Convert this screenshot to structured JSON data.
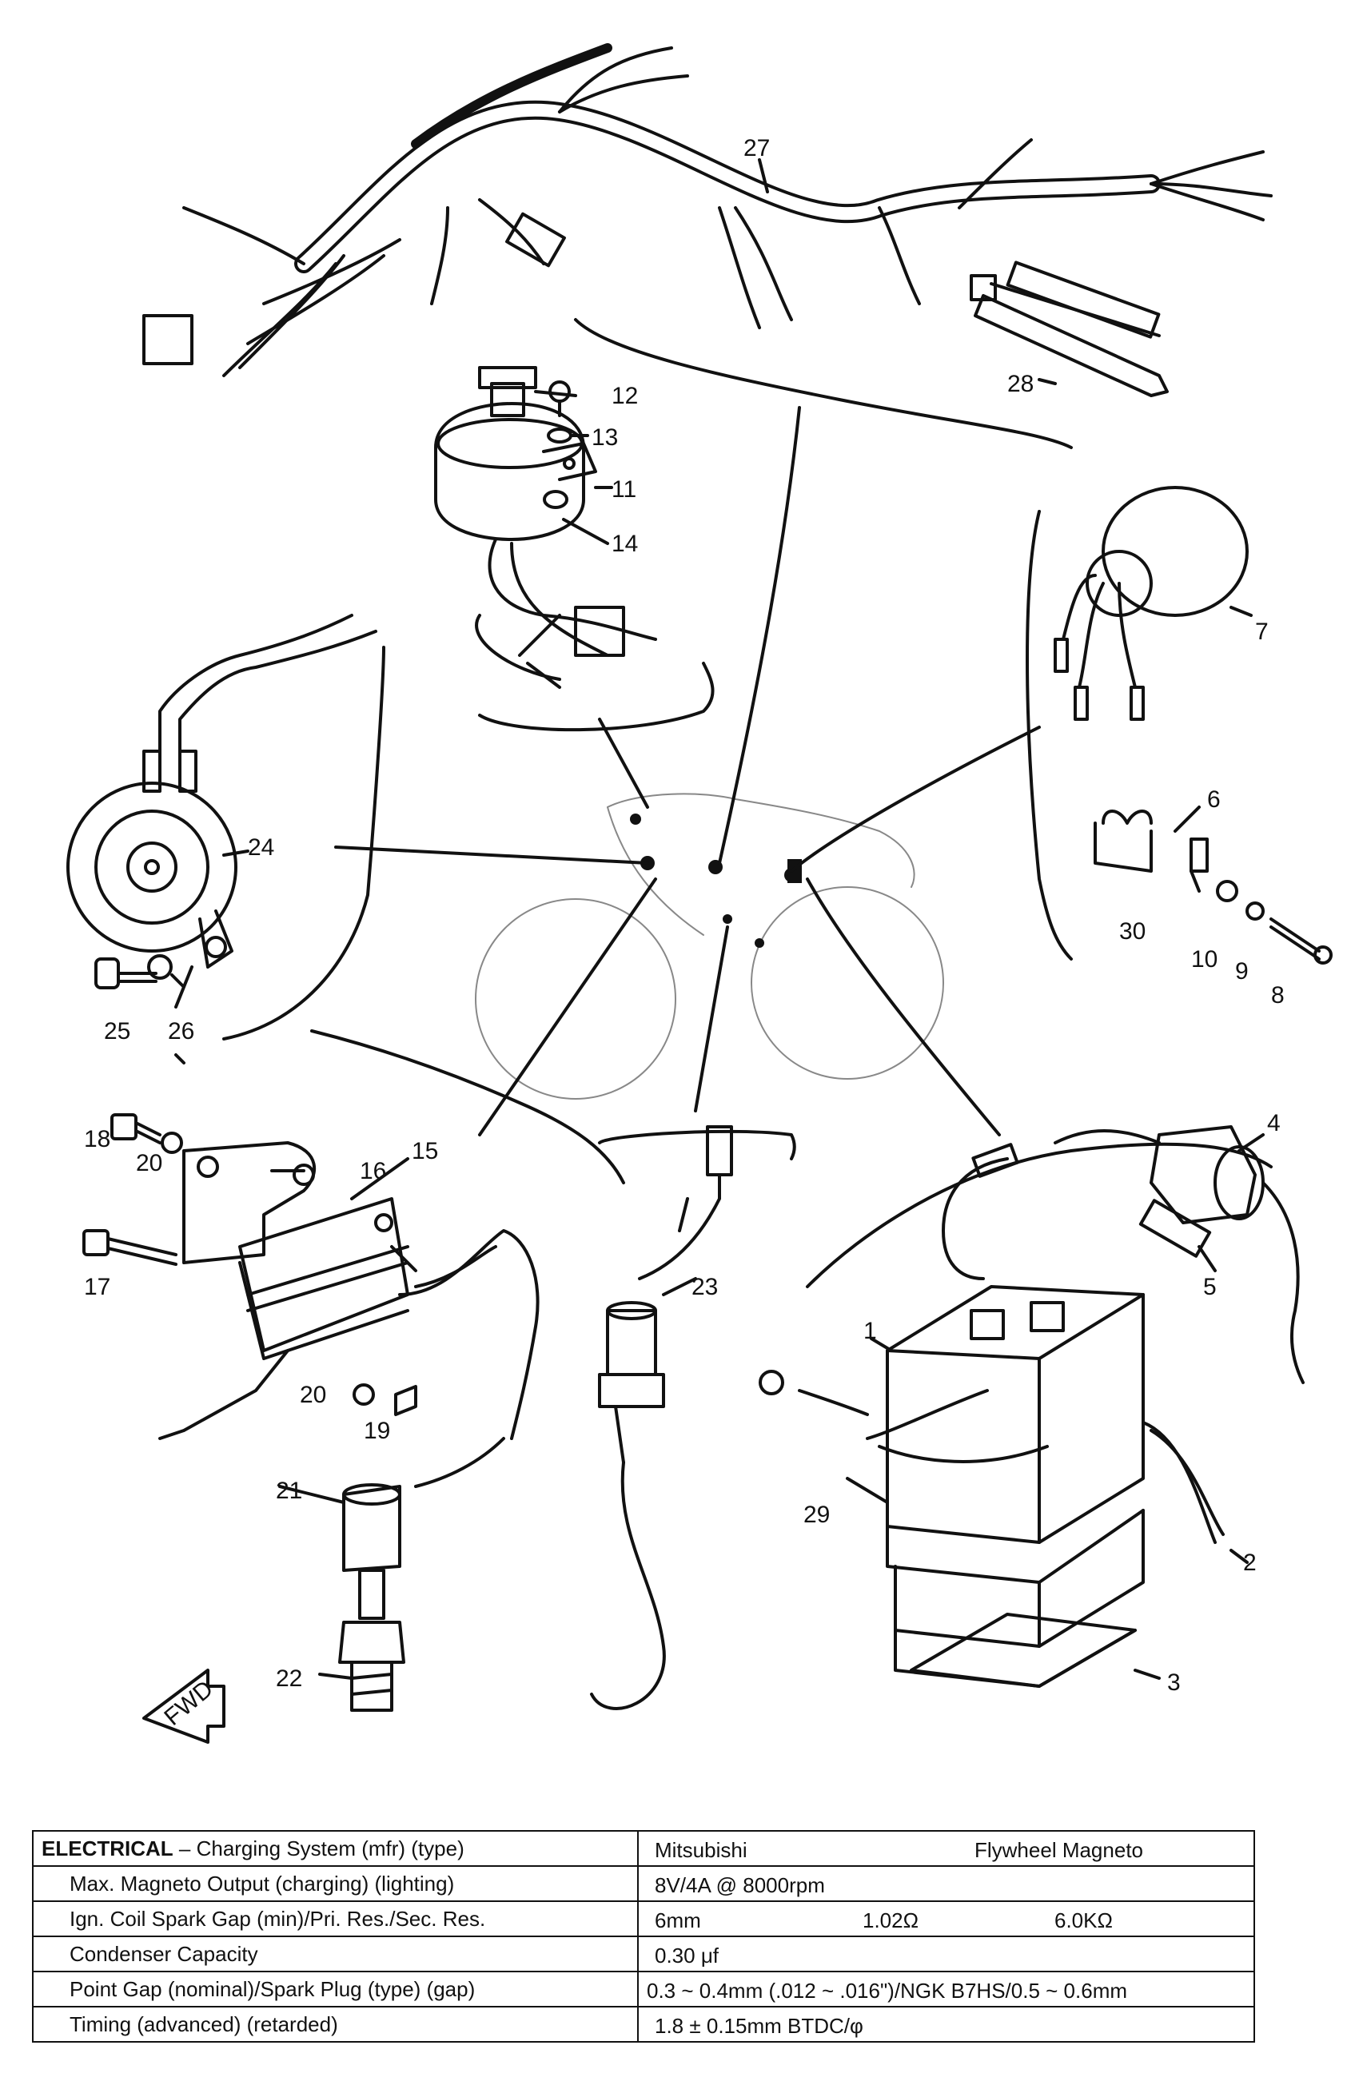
{
  "diagram": {
    "callouts": [
      "1",
      "2",
      "3",
      "4",
      "5",
      "6",
      "7",
      "8",
      "9",
      "10",
      "11",
      "12",
      "13",
      "14",
      "15",
      "16",
      "17",
      "18",
      "19",
      "20",
      "20",
      "21",
      "22",
      "23",
      "24",
      "25",
      "26",
      "27",
      "28",
      "29",
      "30"
    ],
    "fwd_label": "FWD"
  },
  "spec_table": {
    "rows": [
      {
        "label_bold": "ELECTRICAL",
        "label": " – Charging System (mfr) (type)",
        "values": [
          "Mitsubishi",
          "Flywheel Magneto"
        ]
      },
      {
        "label": "Max. Magneto Output (charging) (lighting)",
        "values": [
          "8V/4A @ 8000rpm"
        ]
      },
      {
        "label": "Ign. Coil Spark Gap (min)/Pri. Res./Sec. Res.",
        "values": [
          "6mm",
          "1.02Ω",
          "6.0KΩ"
        ]
      },
      {
        "label": "Condenser Capacity",
        "values": [
          "0.30 μf"
        ]
      },
      {
        "label": "Point Gap (nominal)/Spark Plug (type) (gap)",
        "values": [
          "0.3 ~ 0.4mm (.012 ~ .016\")/NGK B7HS/0.5 ~ 0.6mm"
        ]
      },
      {
        "label": "Timing (advanced) (retarded)",
        "values": [
          "1.8 ± 0.15mm BTDC/φ"
        ]
      }
    ]
  },
  "colors": {
    "ink": "#111111",
    "ghost": "#888888",
    "paper": "#ffffff"
  }
}
